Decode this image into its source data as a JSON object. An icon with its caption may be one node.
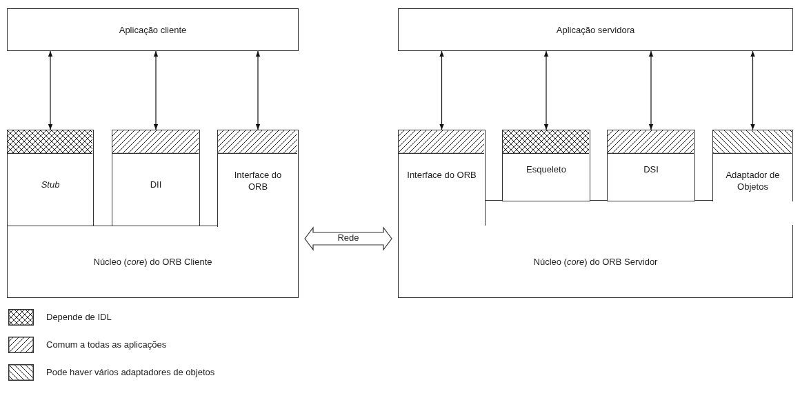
{
  "diagram": {
    "nodes": [
      {
        "text": [
          "Aplicação cliente"
        ]
      },
      {
        "text": [
          "Stub"
        ]
      },
      {
        "text": [
          "DII"
        ]
      },
      {
        "text": [
          "Interface do ORB"
        ]
      },
      {
        "text": [
          "Núcleo (*core*) do ORB Cliente"
        ]
      },
      {
        "text": [
          "Aplicação servidora"
        ]
      },
      {
        "text": [
          "Interface do ORB"
        ]
      },
      {
        "text": [
          "Esqueleto"
        ]
      },
      {
        "text": [
          "DSI"
        ]
      },
      {
        "text": [
          "Adaptador de Objetos"
        ]
      },
      {
        "text": [
          "Núcleo (*core*) do ORB Servidor"
        ]
      },
      {
        "text": [],
        "shape": "bar"
      }
    ],
    "edges": [
      {
        "from": 0,
        "to": 1,
        "arrow": "both"
      },
      {
        "from": 0,
        "to": 2,
        "arrow": "both"
      },
      {
        "from": 0,
        "to": 3,
        "arrow": "both"
      },
      {
        "from": 5,
        "to": 6,
        "arrow": "both"
      },
      {
        "from": 5,
        "to": 7,
        "arrow": "both"
      },
      {
        "from": 5,
        "to": 8,
        "arrow": "both"
      },
      {
        "from": 5,
        "to": 9,
        "arrow": "both"
      },
      {
        "from": 4,
        "to": 10,
        "arrow": "both",
        "label": "Rede"
      }
    ],
    "legend": [
      {
        "text": "Depende de IDL"
      },
      {
        "text": "Comum a todas as aplicações"
      },
      {
        "text": "Pode haver vários adaptadores de objetos"
      }
    ]
  }
}
